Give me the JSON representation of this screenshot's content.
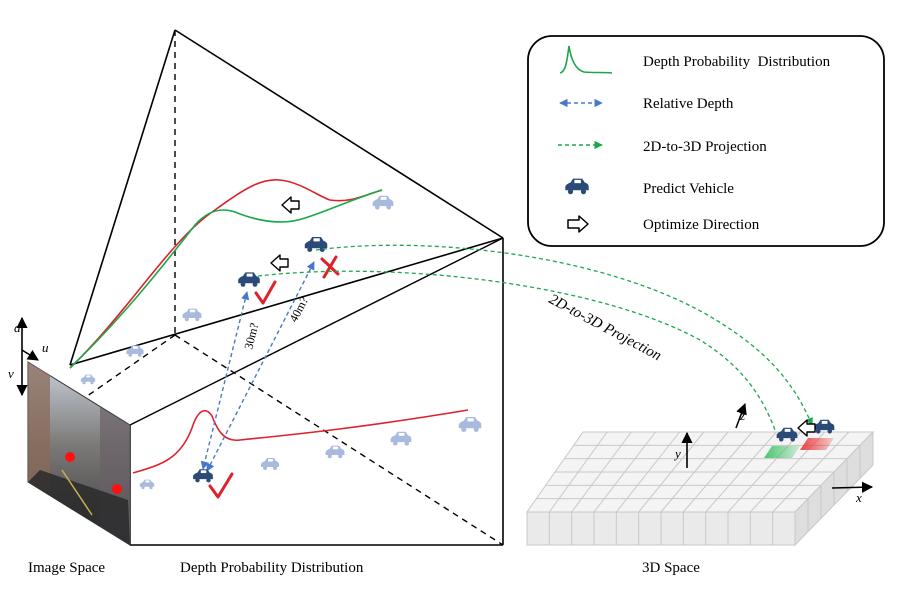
{
  "legend": {
    "items": [
      {
        "icon": "green-distribution-curve-icon",
        "label": "Depth Probability  Distribution"
      },
      {
        "icon": "blue-double-arrow-icon",
        "label": "Relative Depth"
      },
      {
        "icon": "green-dashed-arrow-icon",
        "label": "2D-to-3D Projection"
      },
      {
        "icon": "vehicle-icon",
        "label": "Predict Vehicle"
      },
      {
        "icon": "hollow-arrow-icon",
        "label": "Optimize Direction"
      }
    ]
  },
  "captions": {
    "image_space": "Image Space",
    "depth_distribution": "Depth Probability Distribution",
    "space_3d": "3D Space"
  },
  "annotations": {
    "projection": "2D-to-3D Projection",
    "depth_30": "30m?",
    "depth_40": "40m?"
  },
  "axes": {
    "image_d": "d",
    "image_u": "u",
    "image_v": "v",
    "space_x": "x",
    "space_y": "y",
    "space_z": "z"
  },
  "colors": {
    "green": "#1aa84a",
    "red": "#e0202a",
    "blue_dash": "#4a78c8",
    "vehicle": "#2c4a78",
    "vehicle_faded": "#9fb2d8"
  }
}
